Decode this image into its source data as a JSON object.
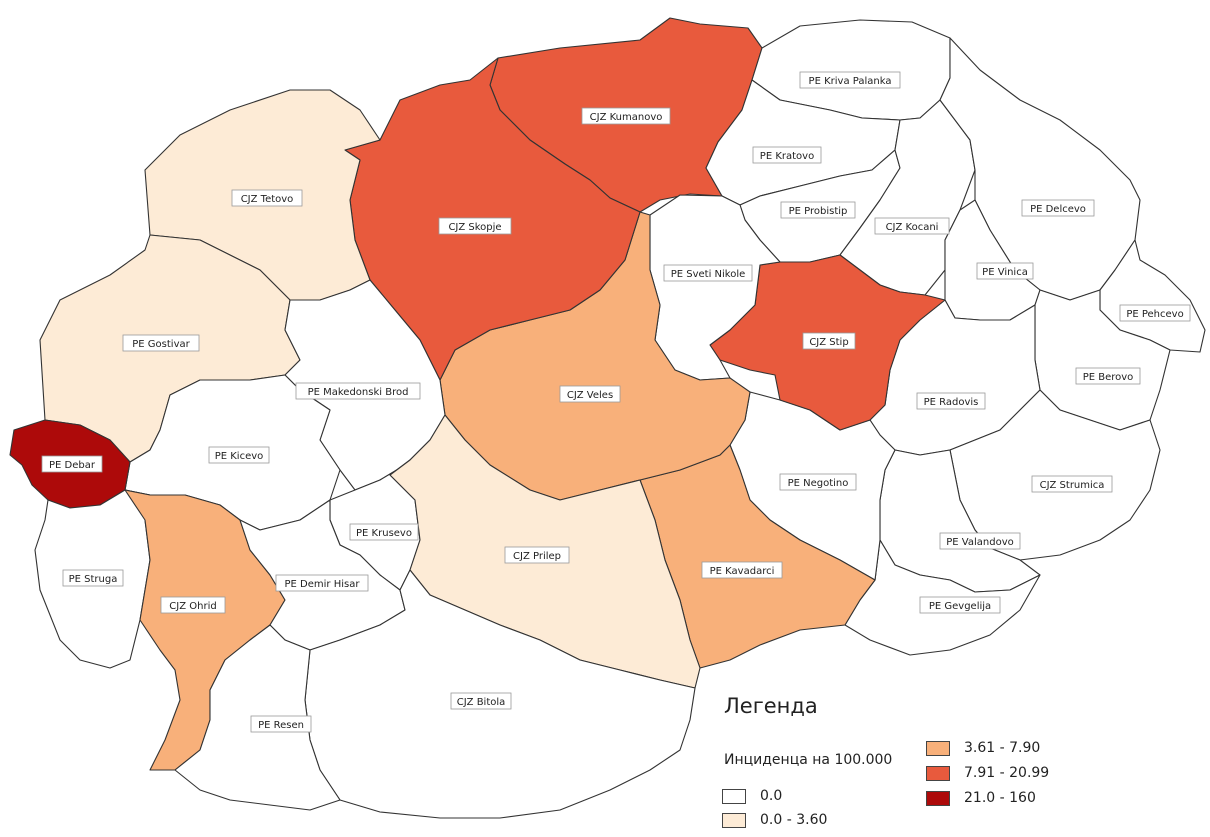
{
  "colors": {
    "c0": "#ffffff",
    "c1": "#fdebd6",
    "c2": "#f8b07a",
    "c3": "#e85a3d",
    "c4": "#ad0a0a"
  },
  "regions": [
    {
      "id": "kumanovo",
      "label": "CJZ Kumanovo",
      "class": "c3"
    },
    {
      "id": "kriva",
      "label": "PE Kriva Palanka",
      "class": "c0"
    },
    {
      "id": "kratovo",
      "label": "PE Kratovo",
      "class": "c0"
    },
    {
      "id": "probistip",
      "label": "PE Probistip",
      "class": "c0"
    },
    {
      "id": "kocani",
      "label": "CJZ Kocani",
      "class": "c0"
    },
    {
      "id": "delcevo",
      "label": "PE Delcevo",
      "class": "c0"
    },
    {
      "id": "vinica",
      "label": "PE Vinica",
      "class": "c0"
    },
    {
      "id": "pehcevo",
      "label": "PE Pehcevo",
      "class": "c0"
    },
    {
      "id": "berovo",
      "label": "PE Berovo",
      "class": "c0"
    },
    {
      "id": "radovis",
      "label": "PE Radovis",
      "class": "c0"
    },
    {
      "id": "strumica",
      "label": "CJZ Strumica",
      "class": "c0"
    },
    {
      "id": "valandovo",
      "label": "PE Valandovo",
      "class": "c0"
    },
    {
      "id": "gevgelija",
      "label": "PE Gevgelija",
      "class": "c0"
    },
    {
      "id": "negotino",
      "label": "PE Negotino",
      "class": "c0"
    },
    {
      "id": "kavadarci",
      "label": "PE Kavadarci",
      "class": "c2"
    },
    {
      "id": "stip",
      "label": "CJZ Stip",
      "class": "c3"
    },
    {
      "id": "sveti",
      "label": "PE Sveti Nikole",
      "class": "c0"
    },
    {
      "id": "veles",
      "label": "CJZ Veles",
      "class": "c2"
    },
    {
      "id": "skopje",
      "label": "CJZ Skopje",
      "class": "c3"
    },
    {
      "id": "tetovo",
      "label": "CJZ Tetovo",
      "class": "c1"
    },
    {
      "id": "gostivar",
      "label": "PE Gostivar",
      "class": "c1"
    },
    {
      "id": "makbrod",
      "label": "PE Makedonski Brod",
      "class": "c0"
    },
    {
      "id": "kicevo",
      "label": "PE Kicevo",
      "class": "c0"
    },
    {
      "id": "debar",
      "label": "PE Debar",
      "class": "c4"
    },
    {
      "id": "struga",
      "label": "PE Struga",
      "class": "c0"
    },
    {
      "id": "ohrid",
      "label": "CJZ Ohrid",
      "class": "c2"
    },
    {
      "id": "krusevo",
      "label": "PE Krusevo",
      "class": "c0"
    },
    {
      "id": "demirhisar",
      "label": "PE Demir Hisar",
      "class": "c0"
    },
    {
      "id": "prilep",
      "label": "CJZ Prilep",
      "class": "c1"
    },
    {
      "id": "bitola",
      "label": "CJZ Bitola",
      "class": "c0"
    },
    {
      "id": "resen",
      "label": "PE Resen",
      "class": "c0"
    }
  ],
  "legend": {
    "title": "Легенда",
    "subtitle": "Инциденца на 100.000",
    "items": [
      {
        "label": "0.0",
        "color": "#ffffff"
      },
      {
        "label": "0.0 - 3.60",
        "color": "#fdebd6"
      },
      {
        "label": "3.61 - 7.90",
        "color": "#f8b07a"
      },
      {
        "label": "7.91 - 20.99",
        "color": "#e85a3d"
      },
      {
        "label": "21.0 - 160",
        "color": "#ad0a0a"
      }
    ]
  }
}
